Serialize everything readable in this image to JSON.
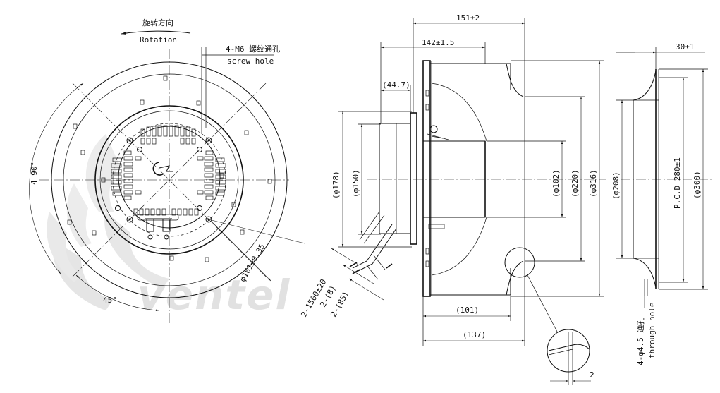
{
  "rotation": {
    "cn": "旋转方向",
    "en": "Rotation"
  },
  "screw_hole": {
    "cn": "4-M6 螺纹通孔",
    "en": "screw hole"
  },
  "through_hole": {
    "cn": "4-φ4.5 通孔",
    "en": "through hole"
  },
  "front_view": {
    "angle_4x90": "4 90°",
    "angle_45": "45°",
    "bolt_circle": "φ161±0.35",
    "cable_length": "2-1500±20",
    "cable_8": "2-(8)",
    "cable_85": "2-(85)"
  },
  "side_view": {
    "d151": "151±2",
    "d142": "142±1.5",
    "d44": "(44.7)",
    "d178": "(φ178)",
    "d150": "(φ150)",
    "d102": "(φ102)",
    "d220": "(φ220)",
    "d316": "(φ316)",
    "d101": "(101)",
    "d137": "(137)",
    "detail_2": "2"
  },
  "ring_view": {
    "d30": "30±1",
    "d208": "(φ208)",
    "pcd": "P.C.D 280±1",
    "d300": "(φ300)"
  },
  "watermark": "ventel",
  "colors": {
    "line": "#111111",
    "watermark_gray": "#c9c9c9",
    "watermark_blue": "#6fa7d8"
  }
}
